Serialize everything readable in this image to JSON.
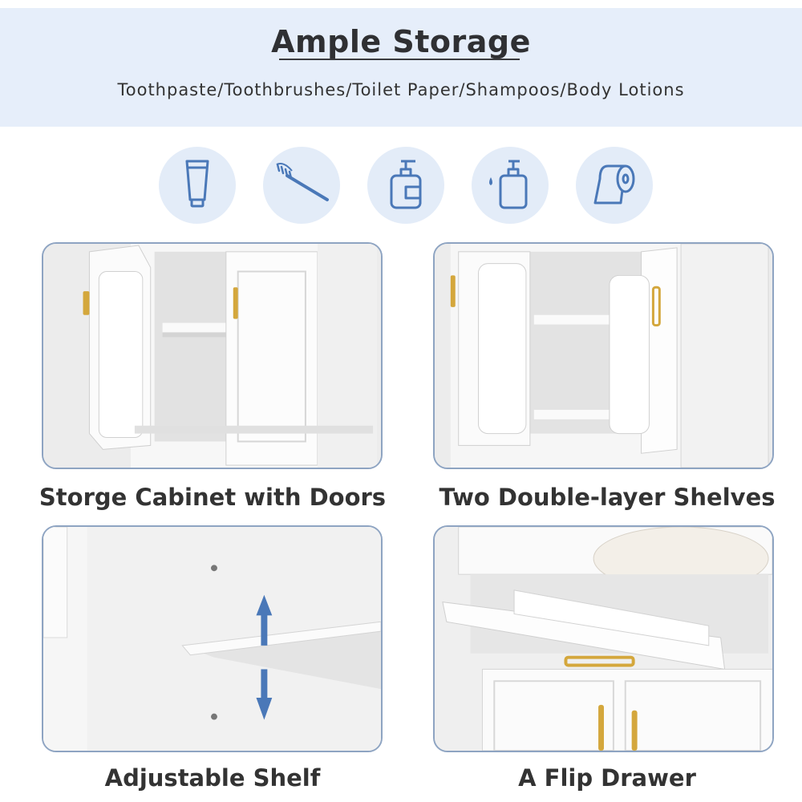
{
  "header": {
    "title": "Ample Storage",
    "subtitle": "Toothpaste/Toothbrushes/Toilet Paper/Shampoos/Body Lotions"
  },
  "icons": [
    "toothpaste-icon",
    "toothbrush-icon",
    "pump-bottle-icon",
    "soap-dispenser-icon",
    "toilet-paper-icon"
  ],
  "colors": {
    "accent": "#4a78b8",
    "banner": "#e6eefa",
    "circle": "#e3ecf8",
    "frame": "#8ea4c2",
    "handle": "#d4a73c"
  },
  "features": [
    {
      "caption": "Storge Cabinet with Doors"
    },
    {
      "caption": "Two Double-layer Shelves"
    },
    {
      "caption": "Adjustable Shelf"
    },
    {
      "caption": "A Flip Drawer"
    }
  ]
}
